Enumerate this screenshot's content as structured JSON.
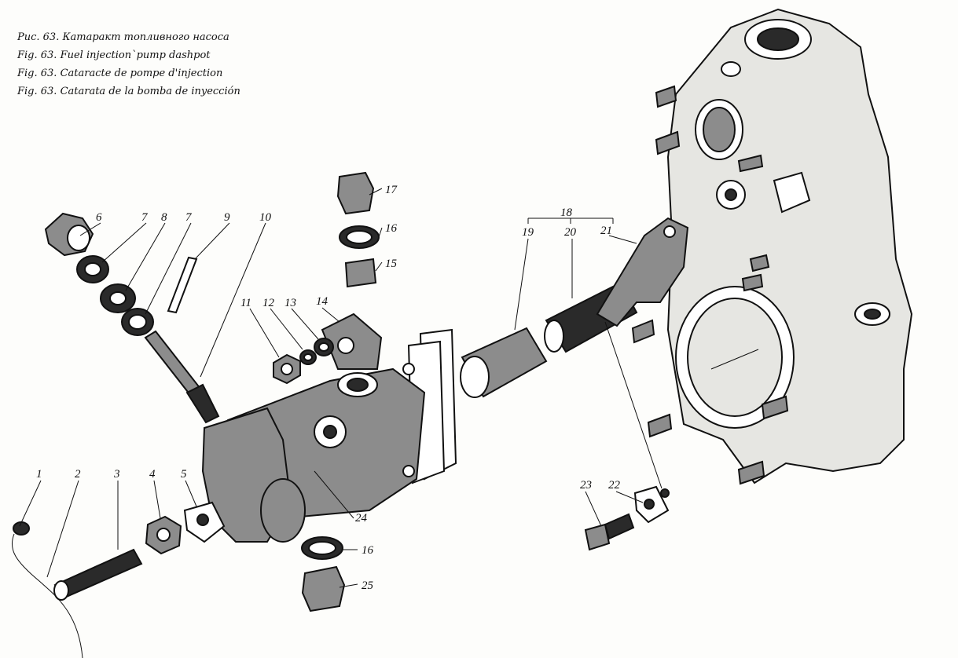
{
  "captions": [
    "Рис. 63. Катаракт топливного насоса",
    "Fig. 63. Fuel injection`pump dashpot",
    "Fig. 63. Cataracte de pompe d'injection",
    "Fig. 63. Catarata de la bomba de inyección"
  ],
  "callouts": {
    "n1": "1",
    "n2": "2",
    "n3": "3",
    "n4": "4",
    "n5": "5",
    "n6": "6",
    "n7a": "7",
    "n7b": "7",
    "n8": "8",
    "n9": "9",
    "n10": "10",
    "n11": "11",
    "n12": "12",
    "n13": "13",
    "n14": "14",
    "n15": "15",
    "n16a": "16",
    "n16b": "16",
    "n17": "17",
    "n18": "18",
    "n19": "19",
    "n20": "20",
    "n21": "21",
    "n22": "22",
    "n23": "23",
    "n24": "24",
    "n25": "25"
  }
}
